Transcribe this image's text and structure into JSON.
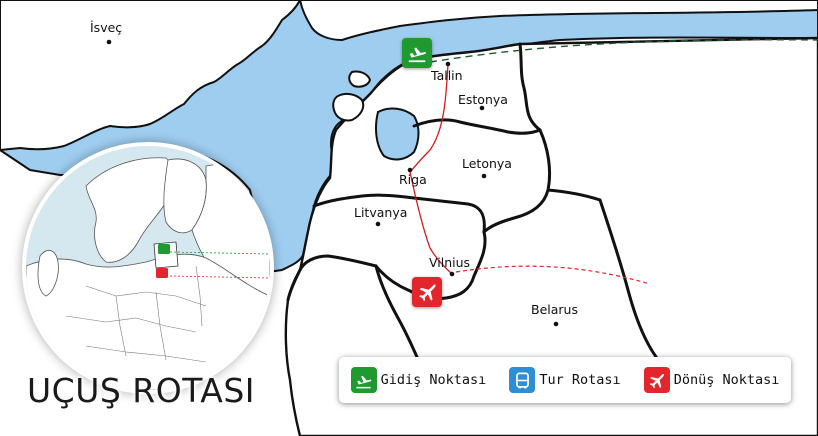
{
  "title": "UÇUŞ ROTASI",
  "cities": [
    {
      "id": "isvec",
      "name": "İsveç"
    },
    {
      "id": "tallin",
      "name": "Tallin"
    },
    {
      "id": "estonya",
      "name": "Estonya"
    },
    {
      "id": "letonya",
      "name": "Letonya"
    },
    {
      "id": "riga",
      "name": "Riga"
    },
    {
      "id": "litvanya",
      "name": "Litvanya"
    },
    {
      "id": "vilnius",
      "name": "Vilnius"
    },
    {
      "id": "belarus",
      "name": "Belarus"
    }
  ],
  "legend": {
    "departure": "Gidiş Noktası",
    "tour": "Tur Rotası",
    "return": "Dönüş Noktası"
  },
  "colors": {
    "sea": "#9fcdf0",
    "land": "#ffffff",
    "border": "#111111",
    "departure": "#1f9a2e",
    "tour": "#2c8fd6",
    "return": "#e3262b",
    "route": "#d41c1c",
    "departure_path": "#1d5a33"
  },
  "icons": {
    "departure": "plane-takeoff-icon",
    "tour": "bus-icon",
    "return": "plane-icon"
  }
}
